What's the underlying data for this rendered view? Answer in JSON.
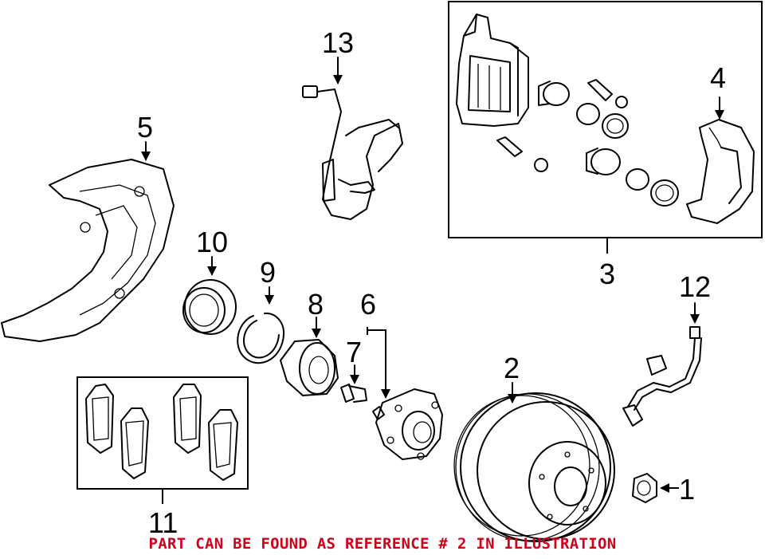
{
  "callouts": {
    "n1": "1",
    "n2": "2",
    "n3": "3",
    "n4": "4",
    "n5": "5",
    "n6": "6",
    "n7": "7",
    "n8": "8",
    "n9": "9",
    "n10": "10",
    "n11": "11",
    "n12": "12",
    "n13": "13"
  },
  "footer": {
    "note": "PART CAN BE FOUND AS REFERENCE # 2 IN ILLUSTRATION",
    "color": "#d0021b"
  },
  "icons": {
    "brake_rotor": "brake-rotor-icon",
    "caliper_assembly": "caliper-assembly-icon",
    "caliper_bracket": "caliper-bracket-icon",
    "dust_shield": "dust-shield-icon",
    "wheel_hub": "wheel-hub-icon",
    "wheel_stud": "wheel-stud-icon",
    "wheel_bearing": "wheel-bearing-icon",
    "snap_ring": "snap-ring-icon",
    "hub_seal": "hub-seal-icon",
    "brake_pads": "brake-pads-icon",
    "brake_hose": "brake-hose-icon",
    "abs_sensor": "abs-sensor-icon",
    "hub_nut": "hub-nut-icon"
  }
}
